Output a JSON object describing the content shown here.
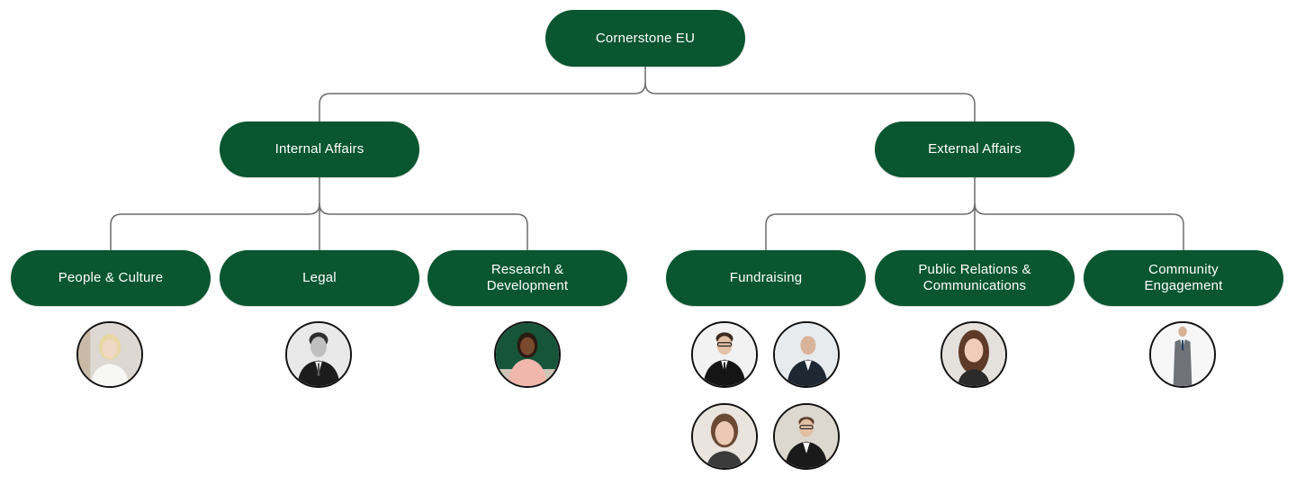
{
  "root": {
    "label": "Cornerstone EU"
  },
  "divisions": [
    {
      "label": "Internal Affairs"
    },
    {
      "label": "External Affairs"
    }
  ],
  "departments": [
    {
      "label": "People & Culture"
    },
    {
      "label": "Legal"
    },
    {
      "label": "Research & Development"
    },
    {
      "label": "Fundraising"
    },
    {
      "label": "Public Relations & Communications"
    },
    {
      "label": "Community Engagement"
    }
  ],
  "colors": {
    "node_fill": "#0a5630",
    "node_text": "#ffffff",
    "connector": "#6b6b6b"
  },
  "avatar_icon": "person-photo-icon"
}
